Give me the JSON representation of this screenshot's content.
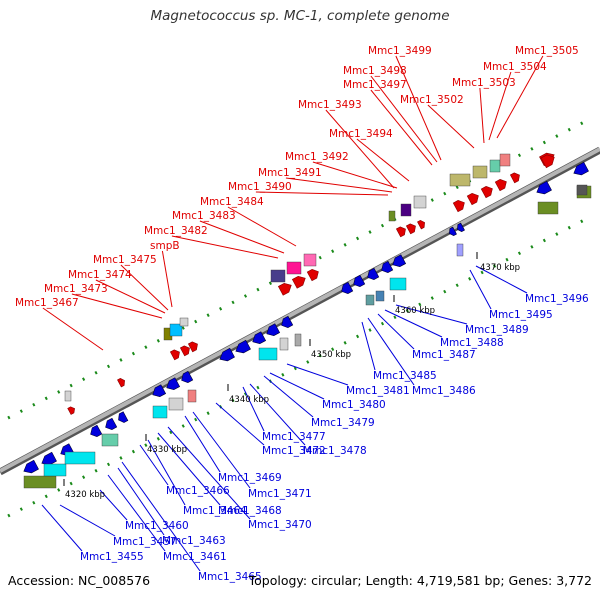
{
  "title": "Magnetococcus sp. MC-1, complete genome",
  "footer": {
    "accession": "Accession: NC_008576",
    "topology": "Topology: circular; Length: 4,719,581 bp; Genes: 3,772"
  },
  "colors": {
    "forward": "#e00000",
    "reverse": "#0000dd",
    "backbone": "#999999"
  },
  "ticks": [
    {
      "label": "4320 kbp"
    },
    {
      "label": "4330 kbp"
    },
    {
      "label": "4340 kbp"
    },
    {
      "label": "4350 kbp"
    },
    {
      "label": "4360 kbp"
    },
    {
      "label": "4370 kbp"
    }
  ],
  "forward_labels": [
    {
      "text": "Mmc1_3467"
    },
    {
      "text": "Mmc1_3473"
    },
    {
      "text": "Mmc1_3474"
    },
    {
      "text": "Mmc1_3475"
    },
    {
      "text": "smpB"
    },
    {
      "text": "Mmc1_3482"
    },
    {
      "text": "Mmc1_3483"
    },
    {
      "text": "Mmc1_3484"
    },
    {
      "text": "Mmc1_3490"
    },
    {
      "text": "Mmc1_3491"
    },
    {
      "text": "Mmc1_3492"
    },
    {
      "text": "Mmc1_3494"
    },
    {
      "text": "Mmc1_3493"
    },
    {
      "text": "Mmc1_3497"
    },
    {
      "text": "Mmc1_3498"
    },
    {
      "text": "Mmc1_3499"
    },
    {
      "text": "Mmc1_3502"
    },
    {
      "text": "Mmc1_3503"
    },
    {
      "text": "Mmc1_3504"
    },
    {
      "text": "Mmc1_3505"
    }
  ],
  "reverse_labels": [
    {
      "text": "Mmc1_3455"
    },
    {
      "text": "Mmc1_3457"
    },
    {
      "text": "Mmc1_3460"
    },
    {
      "text": "Mmc1_3461"
    },
    {
      "text": "Mmc1_3463"
    },
    {
      "text": "Mmc1_3464"
    },
    {
      "text": "Mmc1_3465"
    },
    {
      "text": "Mmc1_3466"
    },
    {
      "text": "Mmc1_3468"
    },
    {
      "text": "Mmc1_3469"
    },
    {
      "text": "Mmc1_3470"
    },
    {
      "text": "Mmc1_3471"
    },
    {
      "text": "Mmc1_3472"
    },
    {
      "text": "Mmc1_3477"
    },
    {
      "text": "Mmc1_3478"
    },
    {
      "text": "Mmc1_3479"
    },
    {
      "text": "Mmc1_3480"
    },
    {
      "text": "Mmc1_3481"
    },
    {
      "text": "Mmc1_3485"
    },
    {
      "text": "Mmc1_3486"
    },
    {
      "text": "Mmc1_3487"
    },
    {
      "text": "Mmc1_3488"
    },
    {
      "text": "Mmc1_3489"
    },
    {
      "text": "Mmc1_3495"
    },
    {
      "text": "Mmc1_3496"
    }
  ]
}
